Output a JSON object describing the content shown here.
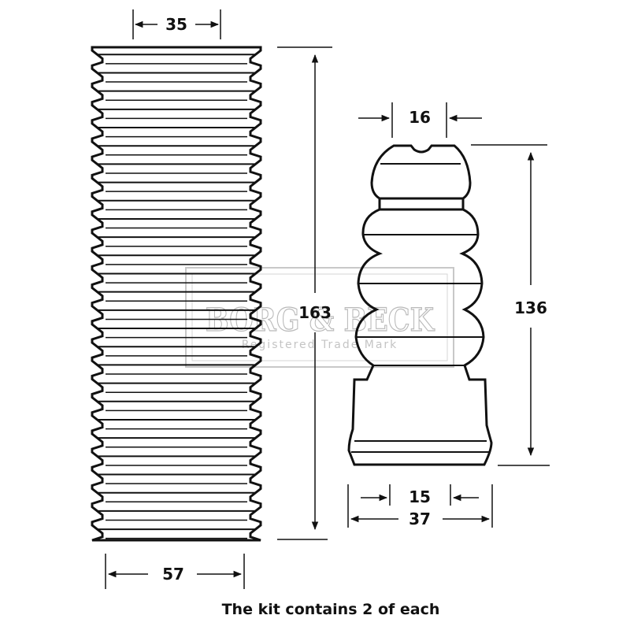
{
  "boot": {
    "top_diameter": "35",
    "length": "163",
    "bottom_diameter": "57"
  },
  "bump_stop": {
    "top_diameter": "16",
    "length": "136",
    "inner_diameter": "15",
    "outer_diameter": "37"
  },
  "caption": "The kit contains 2 of each",
  "watermark": {
    "brand": "BORG & BECK",
    "subtitle": "Registered Trade Mark"
  },
  "colors": {
    "ink": "#111111",
    "watermark": "#b9b9b9",
    "background": "#ffffff"
  }
}
